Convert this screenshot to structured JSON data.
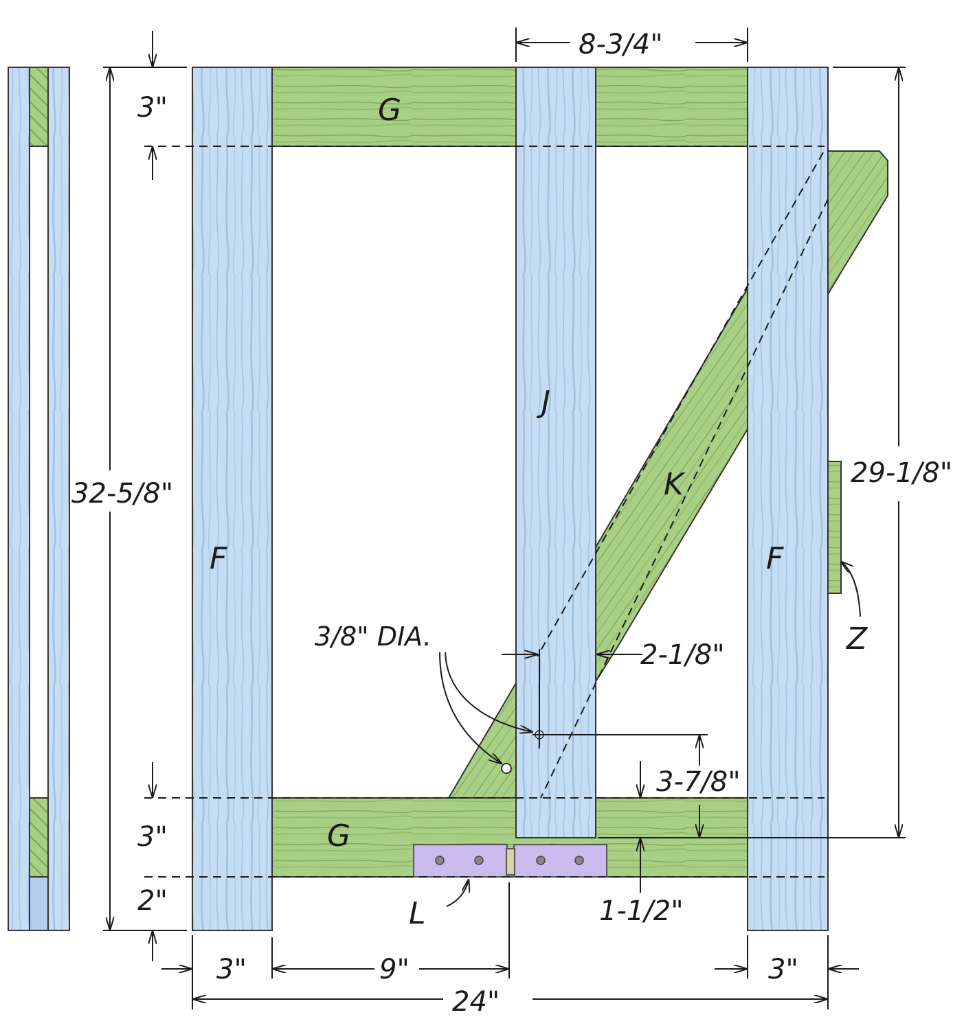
{
  "labels": {
    "part_g_top": "G",
    "part_g_bottom": "G",
    "part_f_left": "F",
    "part_f_right": "F",
    "part_j": "J",
    "part_k": "K",
    "part_z": "Z",
    "part_l": "L"
  },
  "dimensions": {
    "top_spacing": "8-3/4\"",
    "top_rail_height": "3\"",
    "overall_height": "32-5/8\"",
    "inner_height": "29-1/8\"",
    "hole_diameter": "3/8\" DIA.",
    "brace_offset": "2-1/8\"",
    "hole_height": "3-7/8\"",
    "bottom_rail_height": "3\"",
    "leg_extension": "2\"",
    "hinge_offset": "1-1/2\"",
    "left_leg_width": "3\"",
    "hinge_spacing": "9\"",
    "right_leg_width": "3\"",
    "overall_width": "24\""
  },
  "colors": {
    "leg_blue": "#c5dcf3",
    "grain_blue": "#8fb4de",
    "rail_green": "#a9cf85",
    "grain_green": "#6e9a4a",
    "hinge_purple": "#cbbcf0"
  }
}
